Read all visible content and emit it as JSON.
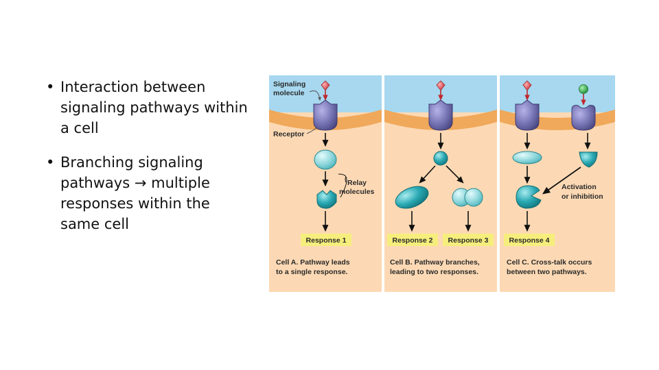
{
  "bullets": [
    {
      "text": "Interaction between signaling pathways within a cell"
    },
    {
      "text_before": "Branching signaling pathways",
      "arrow": "→",
      "text_after": "multiple responses within the same cell"
    }
  ],
  "figure": {
    "labels": {
      "signaling_molecule_line1": "Signaling",
      "signaling_molecule_line2": "molecule",
      "receptor": "Receptor",
      "relay_line1": "Relay",
      "relay_line2": "molecules",
      "activation_line1": "Activation",
      "activation_line2": "or inhibition"
    },
    "responses": [
      "Response 1",
      "Response 2",
      "Response 3",
      "Response 4"
    ],
    "captions": {
      "a_line1": "Cell A. Pathway leads",
      "a_line2": "to a single response.",
      "b_line1": "Cell B. Pathway branches,",
      "b_line2": "leading to two responses.",
      "c_line1": "Cell C. Cross-talk occurs",
      "c_line2": "between two pathways."
    },
    "colors": {
      "extracellular": "#a7d8ef",
      "membrane": "#f0a85a",
      "cytoplasm": "#fcd9b4",
      "receptor": "#7b78b8",
      "relay": "#2aa9b3",
      "signal_red": "#e0505a",
      "signal_green": "#3cb450",
      "response_box": "#f6ee7c"
    }
  }
}
